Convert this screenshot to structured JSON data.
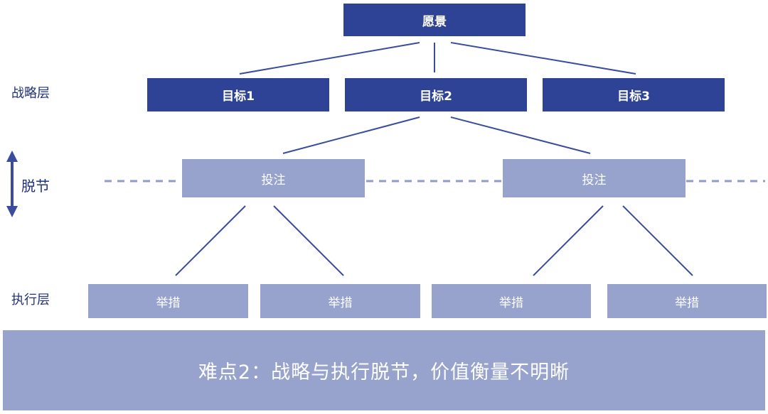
{
  "vision": {
    "label": "愿景"
  },
  "layers": {
    "strategy": "战略层",
    "gap": "脱节",
    "execution": "执行层"
  },
  "goals": [
    {
      "label": "目标1"
    },
    {
      "label": "目标2"
    },
    {
      "label": "目标3"
    }
  ],
  "investments": [
    {
      "label": "投注"
    },
    {
      "label": "投注"
    }
  ],
  "measures": [
    {
      "label": "举措"
    },
    {
      "label": "举措"
    },
    {
      "label": "举措"
    },
    {
      "label": "举措"
    }
  ],
  "banner": {
    "text": "难点2：战略与执行脱节，价值衡量不明晰"
  },
  "colors": {
    "dark_node": "#2f4396",
    "light_node": "#97a2cd",
    "connector": "#3a4c9c",
    "dashed_line": "#8e9ccc"
  }
}
